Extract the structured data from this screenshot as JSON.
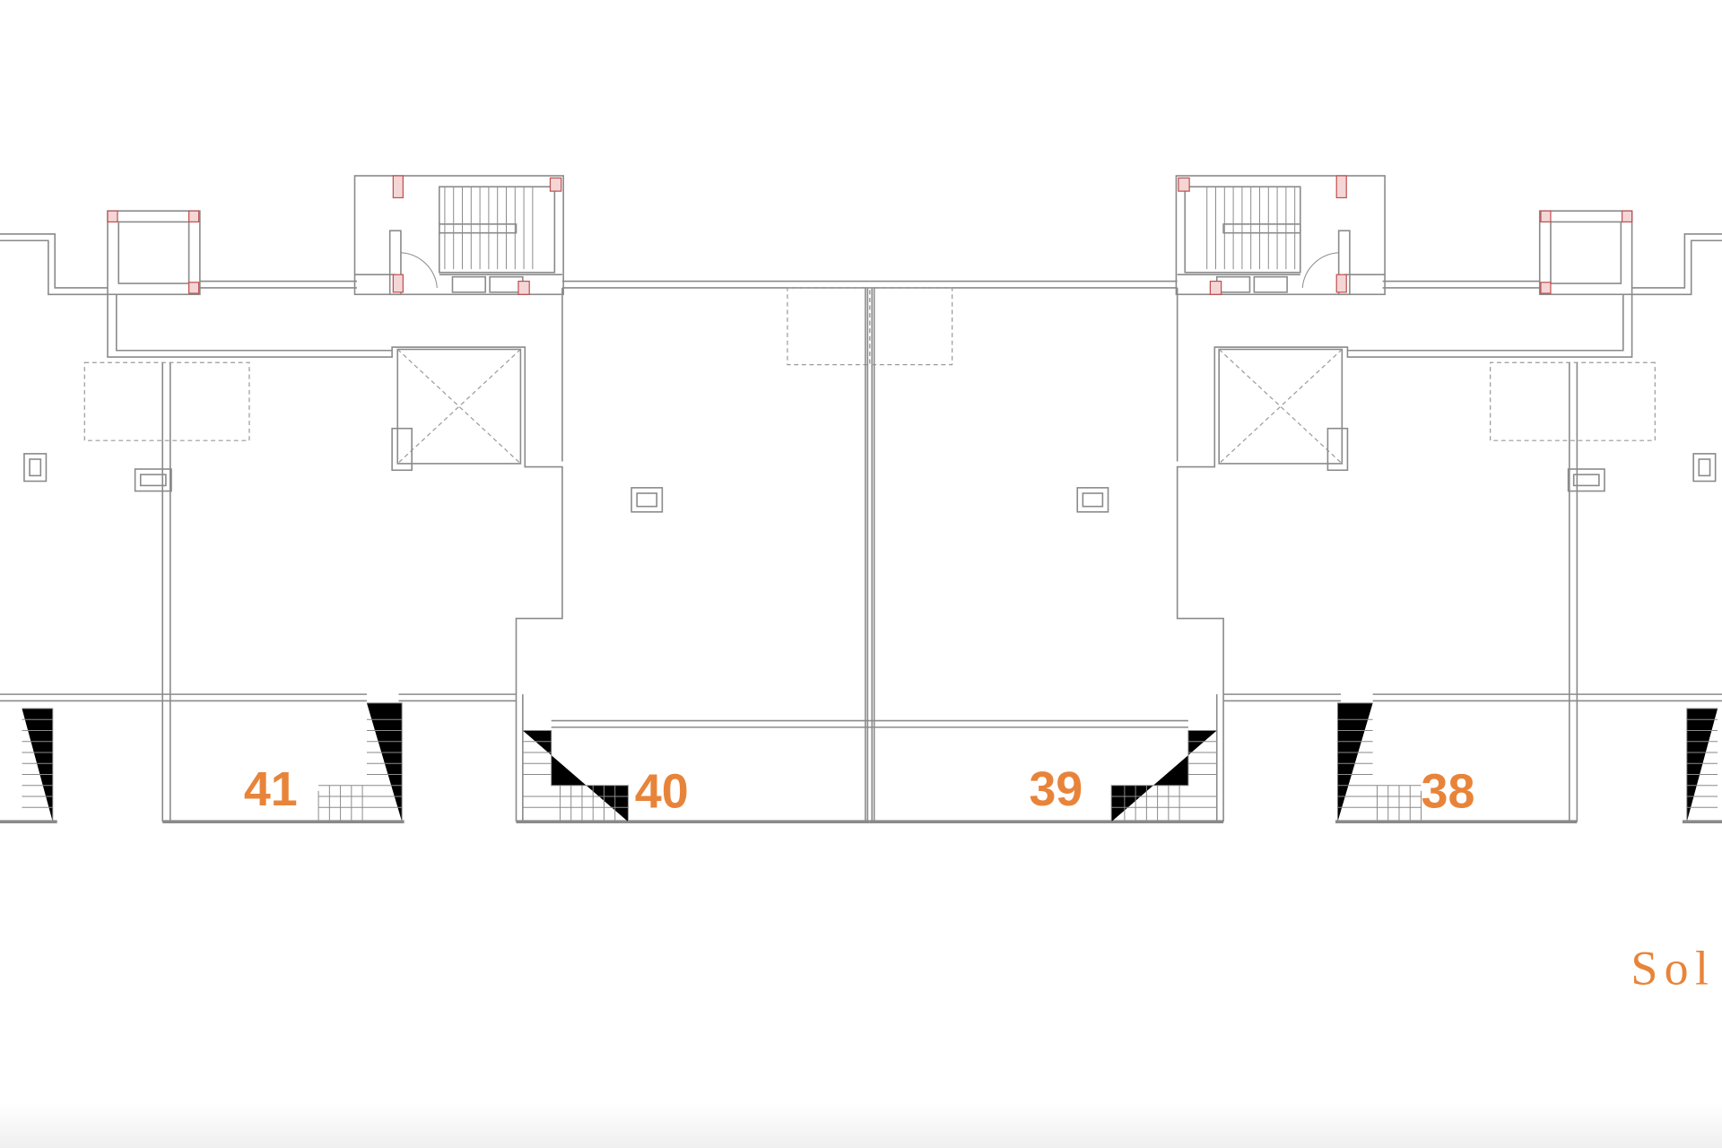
{
  "plan": {
    "units": [
      {
        "number": "41"
      },
      {
        "number": "40"
      },
      {
        "number": "39"
      },
      {
        "number": "38"
      }
    ],
    "brand_text": "Sol",
    "colors": {
      "accent": "#e8843a",
      "walls": "#8a8a8a",
      "columns": "#c05050"
    }
  }
}
